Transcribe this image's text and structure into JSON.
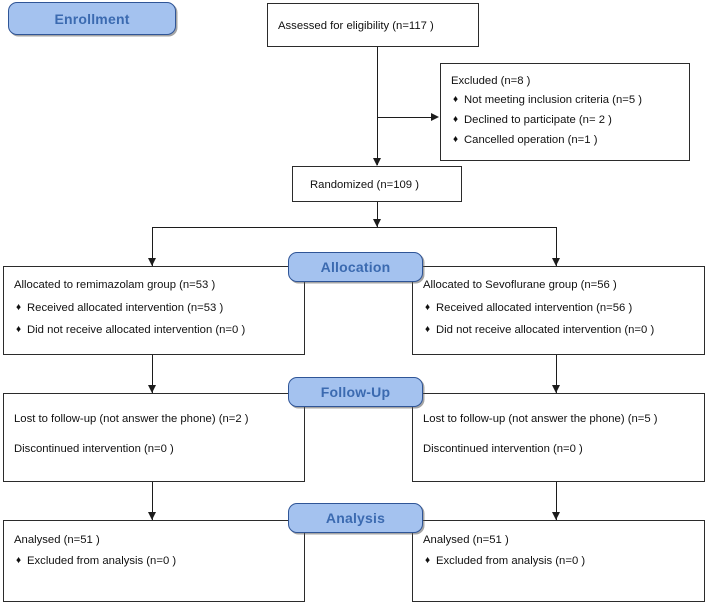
{
  "diagram": {
    "type": "consort-flow-diagram",
    "title": "CONSORT participant flow"
  },
  "stages": {
    "enrollment": "Enrollment",
    "allocation": "Allocation",
    "followup": "Follow-Up",
    "analysis": "Analysis"
  },
  "colors": {
    "stage_fill": "#a4c2ef",
    "stage_border": "#2f5597",
    "stage_text": "#3b6ab0",
    "box_border": "#2b2b2b",
    "box_fill": "#ffffff",
    "text": "#111111",
    "connector": "#1c1c1c"
  },
  "icons": {
    "bullet": "♦",
    "arrow_down": "arrow-down-icon",
    "arrow_right": "arrow-right-icon"
  },
  "boxes": {
    "assessed": {
      "lines": [
        "Assessed for eligibility (n=117  )"
      ]
    },
    "excluded": {
      "heading": "Excluded  (n=8  )",
      "items": [
        "Not meeting inclusion criteria (n=5  )",
        "Declined to participate (n= 2 )",
        "Cancelled operation (n=1  )"
      ]
    },
    "randomized": {
      "lines": [
        "Randomized (n=109  )"
      ]
    },
    "alloc_left": {
      "heading": "Allocated to remimazolam group  (n=53  )",
      "items": [
        "Received allocated intervention (n=53  )",
        "Did not receive allocated intervention (n=0  )"
      ]
    },
    "alloc_right": {
      "heading": "Allocated to Sevoflurane group (n=56  )",
      "items": [
        "Received allocated intervention (n=56  )",
        "Did not receive allocated intervention (n=0  )"
      ]
    },
    "follow_left": {
      "lines": [
        "Lost to follow-up (not answer the phone) (n=2 )",
        "Discontinued intervention (n=0  )"
      ]
    },
    "follow_right": {
      "lines": [
        "Lost to follow-up (not answer the phone) (n=5 )",
        "Discontinued intervention (n=0  )"
      ]
    },
    "analysis_left": {
      "heading": "Analysed  (n=51  )",
      "items": [
        "Excluded from analysis (n=0  )"
      ]
    },
    "analysis_right": {
      "heading": "Analysed  (n=51  )",
      "items": [
        "Excluded from analysis (n=0  )"
      ]
    }
  },
  "chart_data": {
    "type": "table",
    "title": "CONSORT flow counts",
    "nodes": [
      {
        "id": "assessed",
        "label": "Assessed for eligibility",
        "n": 117
      },
      {
        "id": "excluded",
        "label": "Excluded",
        "n": 8
      },
      {
        "id": "excl_criteria",
        "label": "Not meeting inclusion criteria",
        "n": 5
      },
      {
        "id": "excl_declined",
        "label": "Declined to participate",
        "n": 2
      },
      {
        "id": "excl_cancelled",
        "label": "Cancelled operation",
        "n": 1
      },
      {
        "id": "randomized",
        "label": "Randomized",
        "n": 109
      },
      {
        "id": "alloc_remi",
        "label": "Allocated to remimazolam group",
        "n": 53
      },
      {
        "id": "recv_remi",
        "label": "Received allocated intervention (remimazolam)",
        "n": 53
      },
      {
        "id": "norecv_remi",
        "label": "Did not receive allocated intervention (remimazolam)",
        "n": 0
      },
      {
        "id": "alloc_sevo",
        "label": "Allocated to Sevoflurane group",
        "n": 56
      },
      {
        "id": "recv_sevo",
        "label": "Received allocated intervention (Sevoflurane)",
        "n": 56
      },
      {
        "id": "norecv_sevo",
        "label": "Did not receive allocated intervention (Sevoflurane)",
        "n": 0
      },
      {
        "id": "lost_remi",
        "label": "Lost to follow-up (not answer the phone) remimazolam",
        "n": 2
      },
      {
        "id": "disc_remi",
        "label": "Discontinued intervention (remimazolam)",
        "n": 0
      },
      {
        "id": "lost_sevo",
        "label": "Lost to follow-up (not answer the phone) Sevoflurane",
        "n": 5
      },
      {
        "id": "disc_sevo",
        "label": "Discontinued intervention (Sevoflurane)",
        "n": 0
      },
      {
        "id": "analysed_remi",
        "label": "Analysed (remimazolam)",
        "n": 51
      },
      {
        "id": "exclan_remi",
        "label": "Excluded from analysis (remimazolam)",
        "n": 0
      },
      {
        "id": "analysed_sevo",
        "label": "Analysed (Sevoflurane)",
        "n": 51
      },
      {
        "id": "exclan_sevo",
        "label": "Excluded from analysis (Sevoflurane)",
        "n": 0
      }
    ],
    "edges": [
      {
        "from": "assessed",
        "to": "excluded"
      },
      {
        "from": "assessed",
        "to": "randomized"
      },
      {
        "from": "randomized",
        "to": "alloc_remi"
      },
      {
        "from": "randomized",
        "to": "alloc_sevo"
      },
      {
        "from": "alloc_remi",
        "to": "lost_remi"
      },
      {
        "from": "alloc_sevo",
        "to": "lost_sevo"
      },
      {
        "from": "lost_remi",
        "to": "analysed_remi"
      },
      {
        "from": "lost_sevo",
        "to": "analysed_sevo"
      }
    ]
  }
}
